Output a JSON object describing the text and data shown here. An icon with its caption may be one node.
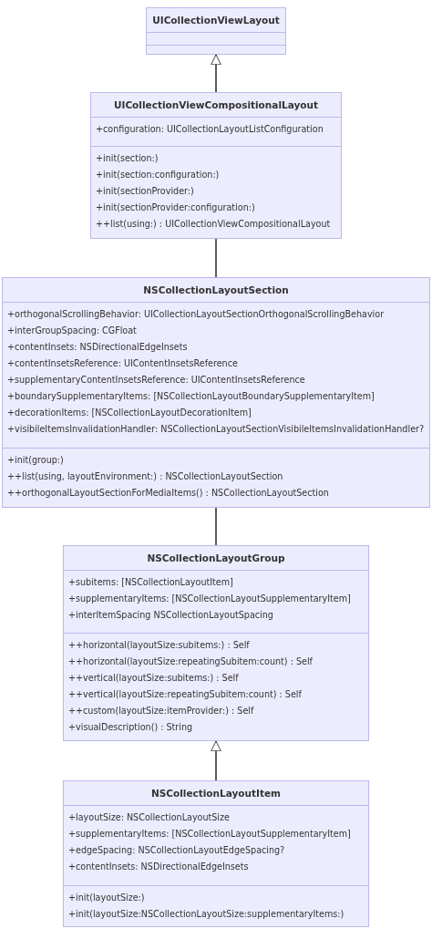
{
  "diagram": {
    "nodes": [
      {
        "text": [
          "UICollectionViewLayout"
        ]
      },
      {
        "text": [],
        "shape": "box",
        "in": 0
      },
      {
        "text": [],
        "shape": "box",
        "in": 0
      },
      {
        "text": [
          "UICollectionViewCompositionalLayout"
        ]
      },
      {
        "text": [
          "+configuration: UICollectionLayoutListConfiguration"
        ],
        "in": 3
      },
      {
        "text": [
          "+init(section:)",
          "+init(section:configuration:)",
          "+init(sectionProvider:)",
          "+init(sectionProvider:configuration:)",
          "++list(using:) : UICollectionViewCompositionalLayout"
        ],
        "in": 3
      },
      {
        "text": [
          "NSCollectionLayoutSection"
        ]
      },
      {
        "text": [
          "+orthogonalScrollingBehavior: UICollectionLayoutSectionOrthogonalScrollingBehavior",
          "+interGroupSpacing: CGFloat",
          "+contentInsets: NSDirectionalEdgeInsets",
          "+contentInsetsReference: UIContentInsetsReference",
          "+supplementaryContentInsetsReference: UIContentInsetsReference",
          "+boundarySupplementaryItems: [NSCollectionLayoutBoundarySupplementaryItem]",
          "+decorationItems: [NSCollectionLayoutDecorationItem]",
          "+visibileItemsInvalidationHandler: NSCollectionLayoutSectionVisibileItemsInvalidationHandler?"
        ],
        "in": 6
      },
      {
        "text": [
          "+init(group:)",
          "++list(using, layoutEnvironment:) : NSCollectionLayoutSection",
          "++orthogonalLayoutSectionForMediaItems() : NSCollectionLayoutSection"
        ],
        "in": 6
      },
      {
        "text": [
          "NSCollectionLayoutGroup"
        ]
      },
      {
        "text": [
          "+subitems: [NSCollectionLayoutItem]",
          "+supplementaryItems: [NSCollectionLayoutSupplementaryItem]",
          "+interItemSpacing NSCollectionLayoutSpacing"
        ],
        "in": 9
      },
      {
        "text": [
          "++horizontal(layoutSize:subitems:) : Self",
          "++horizontal(layoutSize:repeatingSubitem:count) : Self",
          "++vertical(layoutSize:subitems:) : Self",
          "++vertical(layoutSize:repeatingSubitem:count) : Self",
          "++custom(layoutSize:itemProvider:) : Self",
          "+visualDescription() : String"
        ],
        "in": 9
      },
      {
        "text": [
          "NSCollectionLayoutItem"
        ]
      },
      {
        "text": [
          "+layoutSize: NSCollectionLayoutSize",
          "+supplementaryItems: [NSCollectionLayoutSupplementaryItem]",
          "+edgeSpacing: NSCollectionLayoutEdgeSpacing?",
          "+contentInsets: NSDirectionalEdgeInsets"
        ],
        "in": 12
      },
      {
        "text": [
          "+init(layoutSize:)",
          "+init(layoutSize:NSCollectionLayoutSize:supplementaryItems:)"
        ],
        "in": 12
      }
    ],
    "edges": [
      {
        "from": 3,
        "to": 0,
        "arrow": "to"
      },
      {
        "from": 3,
        "to": 6,
        "arrow": "none"
      },
      {
        "from": 6,
        "to": 9,
        "arrow": "none"
      },
      {
        "from": 12,
        "to": 9,
        "arrow": "to"
      }
    ]
  }
}
